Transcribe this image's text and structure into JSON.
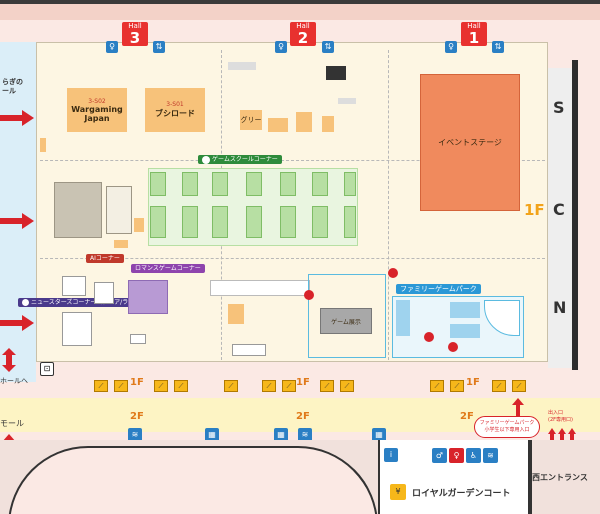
{
  "halls": [
    {
      "label": "Hall",
      "number": "3"
    },
    {
      "label": "Hall",
      "number": "2"
    },
    {
      "label": "Hall",
      "number": "1"
    }
  ],
  "rows": [
    "S",
    "C",
    "N"
  ],
  "floor_labels": {
    "floor_1f_big": "1F",
    "floor_1f": "1F",
    "floor_2f": "2F"
  },
  "left_labels": {
    "passage": "らぎの\nール",
    "mall": "モール",
    "to_hall": "ホールへ"
  },
  "booths": {
    "wargaming": {
      "code": "3-S02",
      "name": "Wargaming\nJapan"
    },
    "bushiroad": {
      "code": "3-S01",
      "name": "ブシロード"
    },
    "event_stage": "イベントステージ",
    "green_b": "グリー",
    "game_stage": "ゲーム展示"
  },
  "pills": {
    "game_school": "ゲームスクールコーナー",
    "ai_corner": "AIコーナー",
    "romance": "ロマンスゲームコーナー",
    "news_star": "ニュースターズコーナー（アジア/ラテン）",
    "family": "ファミリーゲームパーク"
  },
  "bottom": {
    "royal_garden": "ロイヤルガーデンコート",
    "west_entrance": "西エントランス",
    "family_note": "ファミリーゲームパーク\n小学生以下専用入口",
    "exit_label": "出入口\n(2F専用口)"
  },
  "colors": {
    "hall_red": "#e8312f",
    "event_stage": "#f08a5d",
    "booth_orange": "#f7c27a",
    "green_school": "#b7dfa3",
    "family_blue": "#5bbbe0",
    "wall_gray": "#333333"
  }
}
